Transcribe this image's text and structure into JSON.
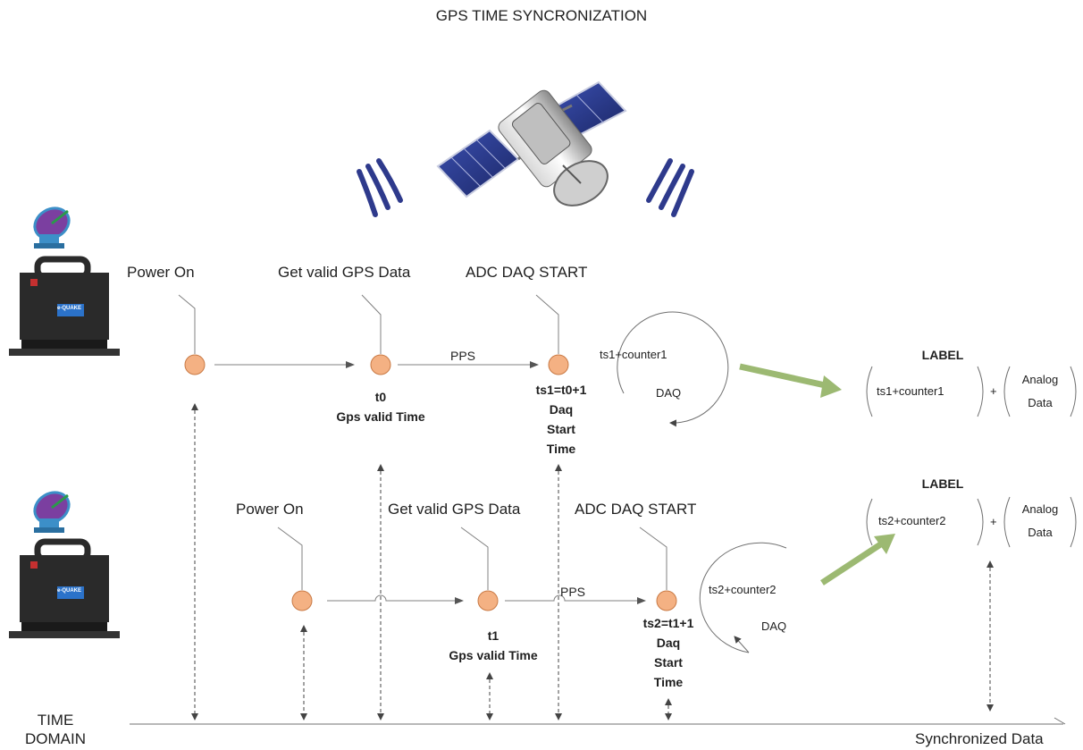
{
  "title": "GPS TIME SYNCRONIZATION",
  "colors": {
    "node": "#f4b183",
    "node_border": "#c97a45",
    "arrow_green": "#9cb972",
    "signal_wave": "#2e3a8c",
    "line": "#808080"
  },
  "device1": {
    "power_on": "Power On",
    "get_gps": "Get valid GPS Data",
    "adc_start": "ADC DAQ START",
    "pps": "PPS",
    "t_label": "t0",
    "t_desc": "Gps valid Time",
    "ts_lines": [
      "ts1=t0+1",
      "Daq",
      "Start",
      "Time"
    ],
    "loop_counter": "ts1+counter1",
    "loop_daq": "DAQ",
    "label_title": "LABEL",
    "label_counter": "ts1+counter1",
    "plus": "+",
    "analog_lines": [
      "Analog",
      "Data"
    ]
  },
  "device2": {
    "power_on": "Power On",
    "get_gps": "Get valid GPS Data",
    "adc_start": "ADC DAQ START",
    "pps": "PPS",
    "t_label": "t1",
    "t_desc": "Gps valid Time",
    "ts_lines": [
      "ts2=t1+1",
      "Daq",
      "Start",
      "Time"
    ],
    "loop_counter": "ts2+counter2",
    "loop_daq": "DAQ",
    "label_title": "LABEL",
    "label_counter": "ts2+counter2",
    "plus": "+",
    "analog_lines": [
      "Analog",
      "Data"
    ]
  },
  "device_brand": "e-QUAKE",
  "time_domain_lines": [
    "TIME",
    "DOMAIN"
  ],
  "synchronized_data": "Synchronized Data"
}
